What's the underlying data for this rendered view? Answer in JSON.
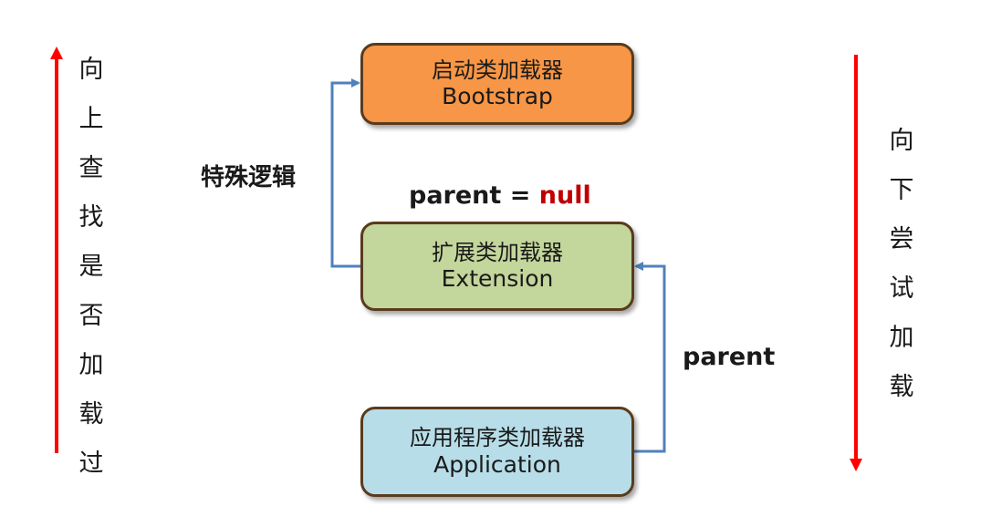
{
  "nodes": {
    "bootstrap": {
      "line1": "启动类加载器",
      "line2": "Bootstrap",
      "fill": "#f79646"
    },
    "extension": {
      "line1": "扩展类加载器",
      "line2": "Extension",
      "fill": "#c3d69b"
    },
    "application": {
      "line1": "应用程序类加载器",
      "line2": "Application",
      "fill": "#b7dde8"
    }
  },
  "labels": {
    "special_logic": "特殊逻辑",
    "parent_null": {
      "parent": "parent",
      "equals": " = ",
      "null": "null"
    },
    "parent": "parent"
  },
  "side_text": {
    "left": [
      "向",
      "上",
      "查",
      "找",
      "是",
      "否",
      "加",
      "载",
      "过"
    ],
    "right": [
      "向",
      "下",
      "尝",
      "试",
      "加",
      "载"
    ]
  },
  "colors": {
    "connector": "#4f81bd",
    "side_arrow": "#ff0000",
    "node_border": "#5a3b1c",
    "null_text": "#c00000"
  }
}
